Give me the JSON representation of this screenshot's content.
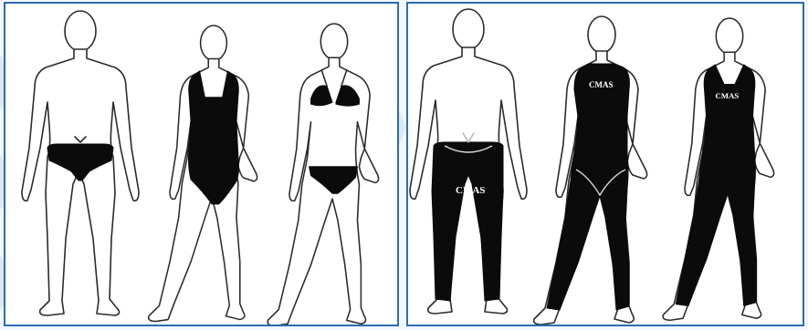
{
  "colors": {
    "frame": "#2a6db5",
    "suit": "#0b0b0b",
    "background": "#f3f7fb"
  },
  "panels": {
    "left": {
      "figures": [
        "man-briefs",
        "woman-one-piece",
        "woman-bikini"
      ]
    },
    "right": {
      "figures": [
        "man-long-leg-suit",
        "woman-full-body-suit",
        "woman-full-body-suit-open-back"
      ],
      "logo_man": "CMAS",
      "logo_woman1": "CMAS",
      "logo_woman2": "CMAS"
    }
  }
}
